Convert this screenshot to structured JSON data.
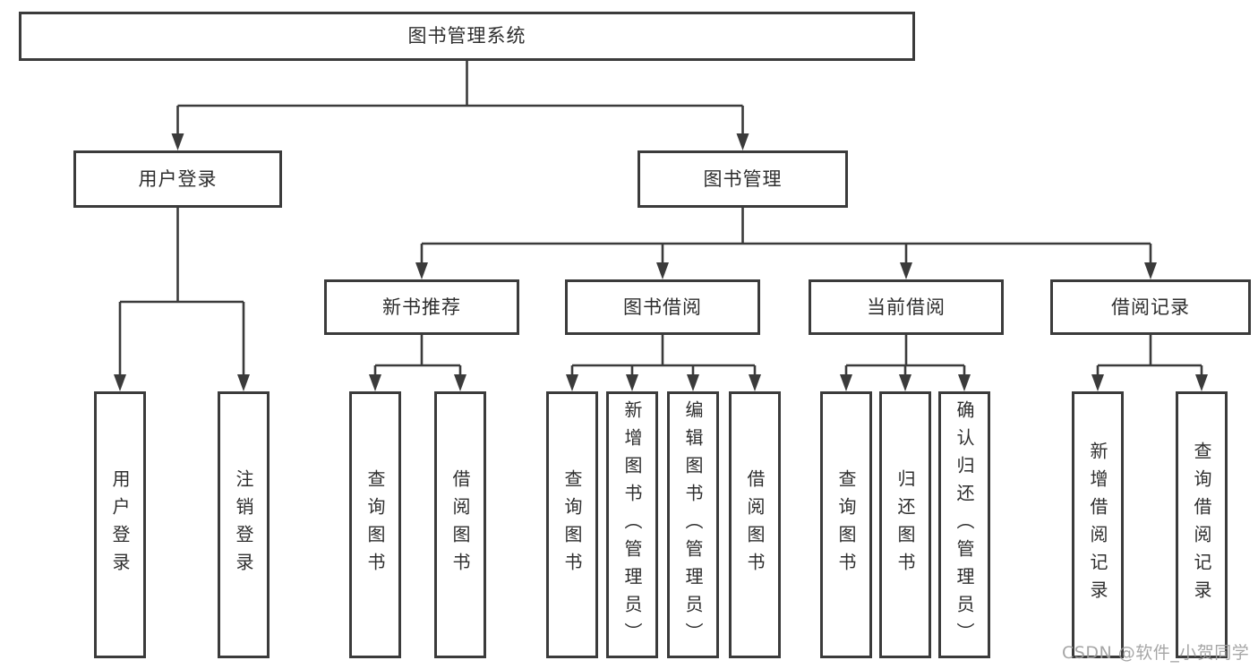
{
  "diagram": {
    "title": "图书管理系统",
    "colors": {
      "line": "#3b3b3b",
      "border": "#3b3b3b",
      "text": "#2e2e2e",
      "background": "#ffffff",
      "watermark": "#9e9e9e"
    },
    "tree": {
      "root": {
        "label": "图书管理系统"
      },
      "children": [
        {
          "label": "用户登录",
          "children": [
            {
              "label": "用户登录"
            },
            {
              "label": "注销登录"
            }
          ]
        },
        {
          "label": "图书管理",
          "children": [
            {
              "label": "新书推荐",
              "children": [
                {
                  "label": "查询图书"
                },
                {
                  "label": "借阅图书"
                }
              ]
            },
            {
              "label": "图书借阅",
              "children": [
                {
                  "label": "查询图书"
                },
                {
                  "label": "新增图书（管理员）"
                },
                {
                  "label": "编辑图书（管理员）"
                },
                {
                  "label": "借阅图书"
                }
              ]
            },
            {
              "label": "当前借阅",
              "children": [
                {
                  "label": "查询图书"
                },
                {
                  "label": "归还图书"
                },
                {
                  "label": "确认归还（管理员）"
                }
              ]
            },
            {
              "label": "借阅记录",
              "children": [
                {
                  "label": "新增借阅记录"
                },
                {
                  "label": "查询借阅记录"
                }
              ]
            }
          ]
        }
      ]
    },
    "watermark": "CSDN @软件_小贺同学"
  }
}
